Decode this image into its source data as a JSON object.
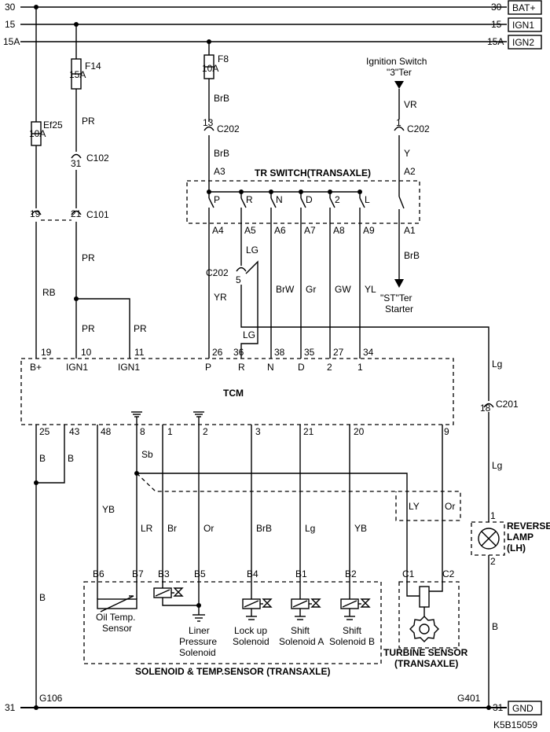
{
  "rails": {
    "r30": {
      "left": "30",
      "right": "30",
      "tag": "BAT+"
    },
    "r15": {
      "left": "15",
      "right": "15",
      "tag": "IGN1"
    },
    "r15a": {
      "left": "15A",
      "right": "15A",
      "tag": "IGN2"
    },
    "r31": {
      "left": "31",
      "right": "31",
      "tag": "GND"
    }
  },
  "fuses": {
    "ef25": {
      "name": "Ef25",
      "rating": "10A"
    },
    "f14": {
      "name": "F14",
      "rating": "15A"
    },
    "f8": {
      "name": "F8",
      "rating": "10A"
    }
  },
  "connectors": {
    "c102": "C102",
    "c101": "C101",
    "c202": "C202",
    "c201": "C201",
    "c102_pin": "31",
    "c101_pin1": "19",
    "c101_pin2": "21",
    "c202_pin13": "13",
    "c202_pin1": "1",
    "c202_pin5": "5",
    "c201_pin": "18"
  },
  "ignition": {
    "title": "Ignition Switch",
    "terminal": "\"3\"Ter",
    "starter_term": "\"ST\"Ter",
    "starter": "Starter"
  },
  "tr_switch": {
    "title": "TR SWITCH(TRANSAXLE)",
    "positions": [
      "P",
      "R",
      "N",
      "D",
      "2",
      "L"
    ],
    "pins_top": [
      "A3",
      "A2"
    ],
    "pins_bottom": [
      "A4",
      "A5",
      "A6",
      "A7",
      "A8",
      "A9",
      "A1"
    ]
  },
  "wires": {
    "pr": "PR",
    "rb": "RB",
    "brb": "BrB",
    "vr": "VR",
    "y": "Y",
    "lg": "LG",
    "yr": "YR",
    "brw": "BrW",
    "gr": "Gr",
    "gw": "GW",
    "yl": "YL",
    "lg2": "Lg",
    "b": "B",
    "sb": "Sb",
    "yb": "YB",
    "lr": "LR",
    "br": "Br",
    "or": "Or",
    "ly": "LY"
  },
  "tcm": {
    "title": "TCM",
    "top_pins": [
      "19",
      "10",
      "11",
      "26",
      "36",
      "38",
      "35",
      "27",
      "34"
    ],
    "top_labels": [
      "B+",
      "IGN1",
      "IGN1",
      "P",
      "R",
      "N",
      "D",
      "2",
      "1"
    ],
    "bottom_pins": [
      "25",
      "43",
      "48",
      "8",
      "1",
      "2",
      "3",
      "21",
      "20",
      "9"
    ]
  },
  "solenoid_block": {
    "title": "SOLENOID & TEMP.SENSOR (TRANSAXLE)",
    "pins": [
      "B6",
      "B7",
      "B3",
      "B5",
      "B4",
      "B1",
      "B2"
    ],
    "oil_temp": "Oil Temp.",
    "sensor": "Sensor",
    "liner": "Liner",
    "pressure": "Pressure",
    "solenoid": "Solenoid",
    "lockup": "Lock up",
    "shift": "Shift",
    "solenoid_a": "Solenoid A",
    "solenoid_b": "Solenoid B"
  },
  "turbine": {
    "title": "TURBINE SENSOR",
    "sub": "(TRANSAXLE)",
    "pins": [
      "C1",
      "C2"
    ]
  },
  "reverse_lamp": {
    "line1": "REVERSE",
    "line2": "LAMP",
    "line3": "(LH)",
    "pin1": "1",
    "pin2": "2"
  },
  "grounds": {
    "g106": "G106",
    "g401": "G401"
  },
  "diagram_code": "K5B15059"
}
